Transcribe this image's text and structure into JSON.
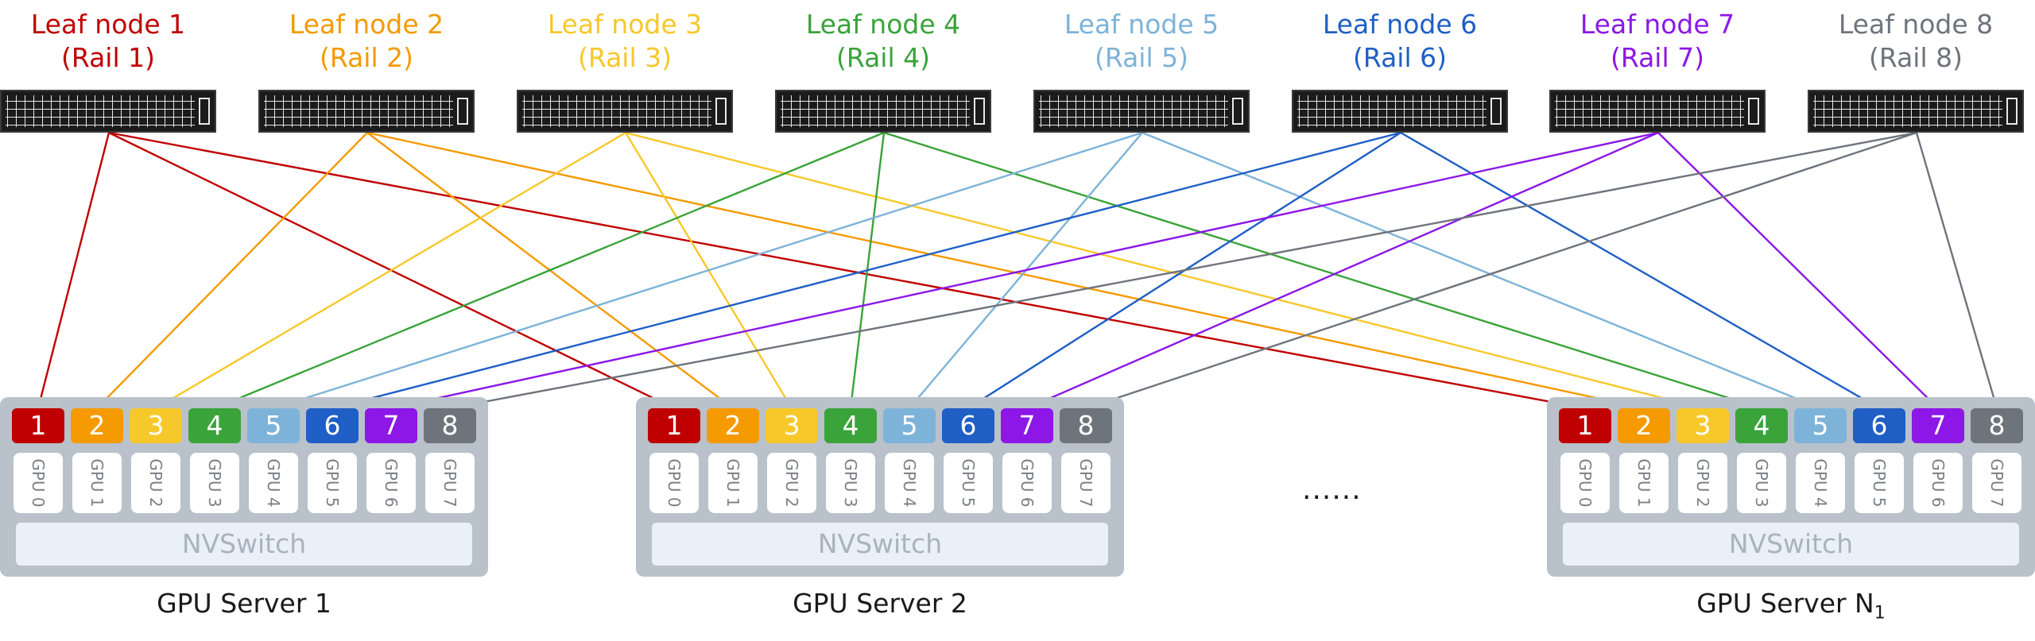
{
  "leaf_nodes": [
    {
      "name": "Leaf node 1",
      "rail": "(Rail 1)",
      "color": "#c00000"
    },
    {
      "name": "Leaf node 2",
      "rail": "(Rail 2)",
      "color": "#f59a00"
    },
    {
      "name": "Leaf node 3",
      "rail": "(Rail 3)",
      "color": "#f7c82a"
    },
    {
      "name": "Leaf node 4",
      "rail": "(Rail 4)",
      "color": "#3aa33a"
    },
    {
      "name": "Leaf node 5",
      "rail": "(Rail 5)",
      "color": "#7db3d8"
    },
    {
      "name": "Leaf node 6",
      "rail": "(Rail 6)",
      "color": "#1f5fc6"
    },
    {
      "name": "Leaf node 7",
      "rail": "(Rail 7)",
      "color": "#8c17e6"
    },
    {
      "name": "Leaf node 8",
      "rail": "(Rail 8)",
      "color": "#6e747c"
    }
  ],
  "servers": [
    {
      "label": "GPU Server 1",
      "label_sub": ""
    },
    {
      "label": "GPU Server 2",
      "label_sub": ""
    },
    {
      "label": "GPU Server N",
      "label_sub": "1"
    }
  ],
  "port_labels": [
    "1",
    "2",
    "3",
    "4",
    "5",
    "6",
    "7",
    "8"
  ],
  "gpu_labels": [
    "GPU 0",
    "GPU 1",
    "GPU 2",
    "GPU 3",
    "GPU 4",
    "GPU 5",
    "GPU 6",
    "GPU 7"
  ],
  "nvswitch_label": "NVSwitch",
  "ellipsis": "......"
}
